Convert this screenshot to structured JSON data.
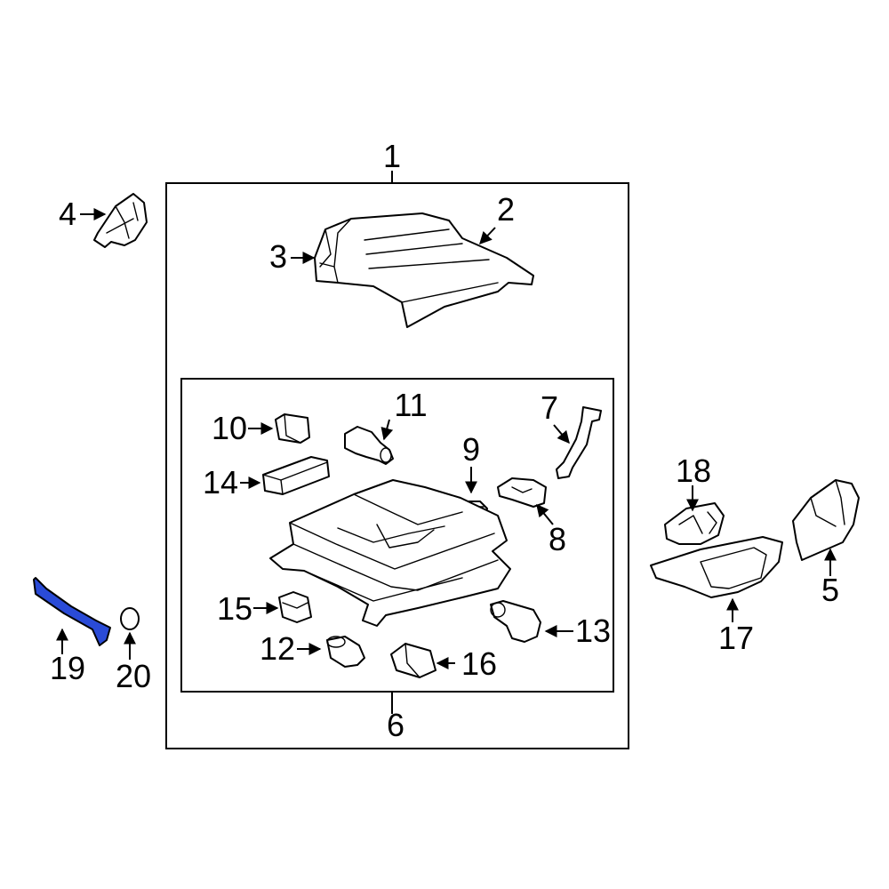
{
  "colors": {
    "highlight": "#2a4bd7",
    "line": "#000000",
    "background": "#ffffff"
  },
  "callouts": {
    "c1": "1",
    "c2": "2",
    "c3": "3",
    "c4": "4",
    "c5": "5",
    "c6": "6",
    "c7": "7",
    "c8": "8",
    "c9": "9",
    "c10": "10",
    "c11": "11",
    "c12": "12",
    "c13": "13",
    "c14": "14",
    "c15": "15",
    "c16": "16",
    "c17": "17",
    "c18": "18",
    "c19": "19",
    "c20": "20"
  },
  "highlighted_part": "19"
}
